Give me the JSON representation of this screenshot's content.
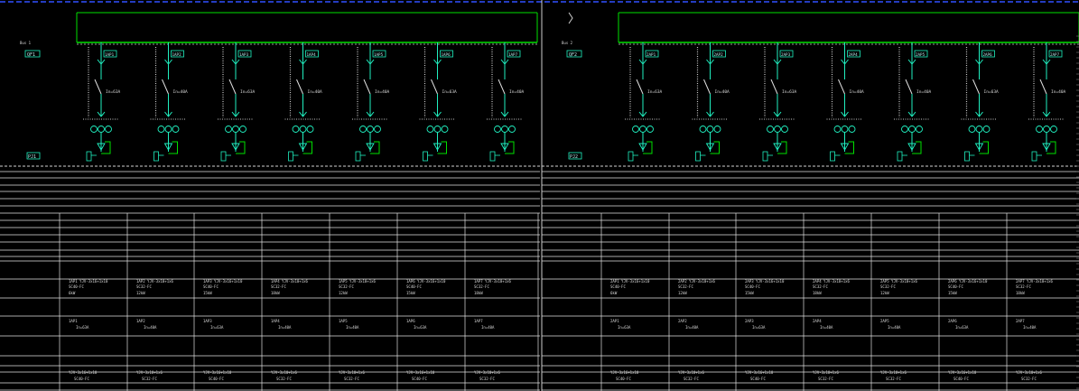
{
  "drawing": {
    "panels": [
      {
        "bus_label": "Bus 1",
        "incoming_tag": "QF1",
        "meter_tag": "PJ1",
        "feeders": [
          {
            "tag": "1AP1",
            "rating": "In=63A",
            "line1": "YJV-3x16+1x10",
            "line2": "SC40-FC",
            "load": "6kW"
          },
          {
            "tag": "1AP2",
            "rating": "In=40A",
            "line1": "YJV-3x10+1x6",
            "line2": "SC32-FC",
            "load": "12kW"
          },
          {
            "tag": "1AP3",
            "rating": "In=63A",
            "line1": "YJV-3x16+1x10",
            "line2": "SC40-FC",
            "load": "15kW"
          },
          {
            "tag": "1AP4",
            "rating": "In=40A",
            "line1": "YJV-3x10+1x6",
            "line2": "SC32-FC",
            "load": "18kW"
          },
          {
            "tag": "1AP5",
            "rating": "In=40A",
            "line1": "YJV-3x10+1x6",
            "line2": "SC32-FC",
            "load": "12kW"
          },
          {
            "tag": "1AP6",
            "rating": "In=63A",
            "line1": "YJV-3x16+1x10",
            "line2": "SC40-FC",
            "load": "15kW"
          },
          {
            "tag": "1AP7",
            "rating": "In=40A",
            "line1": "YJV-3x10+1x6",
            "line2": "SC32-FC",
            "load": "18kW"
          }
        ]
      },
      {
        "bus_label": "Bus 2",
        "incoming_tag": "QF2",
        "meter_tag": "PJ2",
        "feeders": [
          {
            "tag": "2AP1",
            "rating": "In=63A",
            "line1": "YJV-3x16+1x10",
            "line2": "SC40-FC",
            "load": "6kW"
          },
          {
            "tag": "2AP2",
            "rating": "In=40A",
            "line1": "YJV-3x10+1x6",
            "line2": "SC32-FC",
            "load": "12kW"
          },
          {
            "tag": "2AP3",
            "rating": "In=63A",
            "line1": "YJV-3x16+1x10",
            "line2": "SC40-FC",
            "load": "15kW"
          },
          {
            "tag": "2AP4",
            "rating": "In=40A",
            "line1": "YJV-3x10+1x6",
            "line2": "SC32-FC",
            "load": "18kW"
          },
          {
            "tag": "2AP5",
            "rating": "In=40A",
            "line1": "YJV-3x10+1x6",
            "line2": "SC32-FC",
            "load": "12kW"
          },
          {
            "tag": "2AP6",
            "rating": "In=63A",
            "line1": "YJV-3x16+1x10",
            "line2": "SC40-FC",
            "load": "15kW"
          },
          {
            "tag": "2AP7",
            "rating": "In=40A",
            "line1": "YJV-3x10+1x6",
            "line2": "SC32-FC",
            "load": "18kW"
          }
        ]
      }
    ]
  },
  "colors": {
    "background": "#000000",
    "bus": "#00e000",
    "symbol": "#20f0c0",
    "text": "#d8d8d8",
    "grid": "#e0e0e0",
    "border": "#3050ff"
  }
}
